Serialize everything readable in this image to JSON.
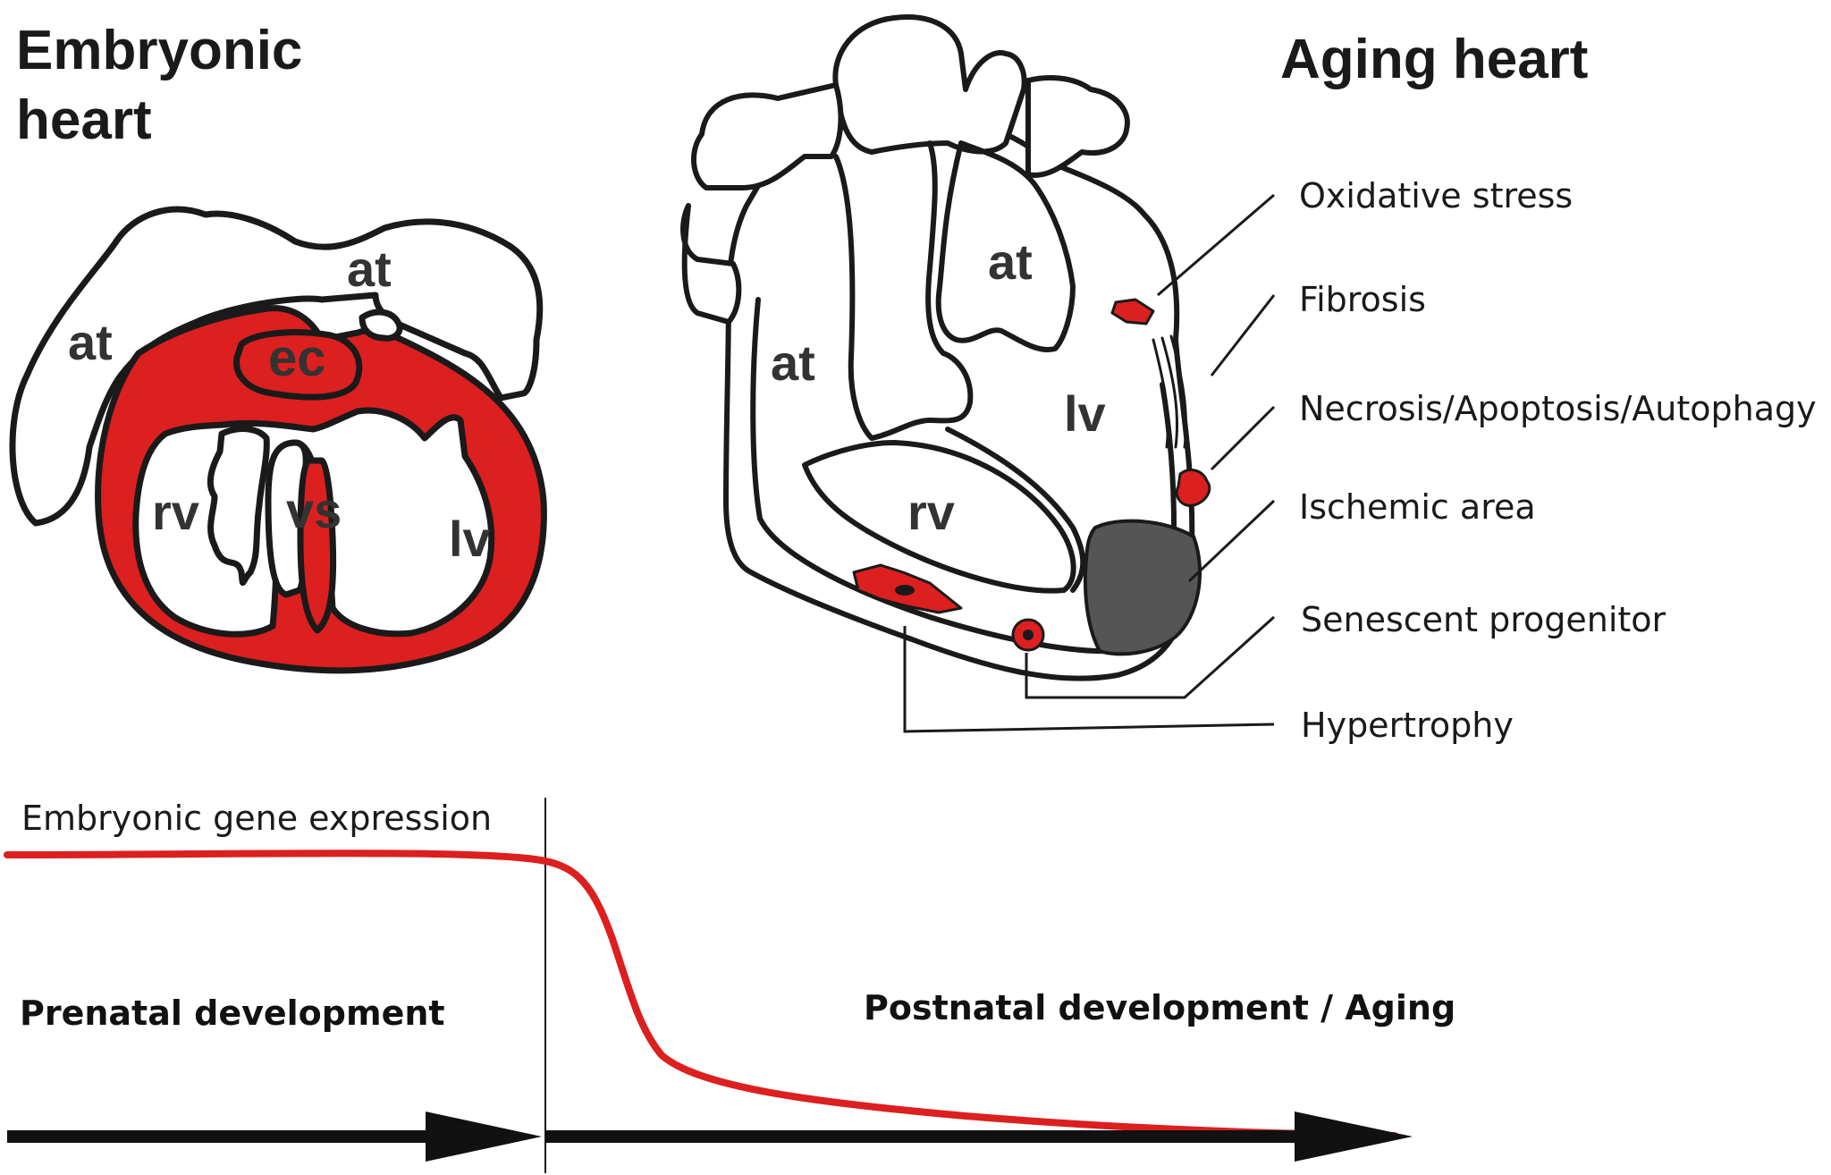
{
  "titles": {
    "embryonic_line1": "Embryonic",
    "embryonic_line2": "heart",
    "aging": "Aging heart"
  },
  "embryonic_labels": {
    "at_left": "at",
    "at_right": "at",
    "ec": "ec",
    "rv": "rv",
    "vs": "vs",
    "lv": "lv"
  },
  "aging_labels": {
    "at_right": "at",
    "at_left": "at",
    "lv": "lv",
    "rv": "rv"
  },
  "annotations": [
    "Oxidative stress",
    "Fibrosis",
    "Necrosis/Apoptosis/Autophagy",
    "Ischemic area",
    "Senescent progenitor",
    "Hypertrophy"
  ],
  "timeline": {
    "curve_label": "Embryonic gene expression",
    "prenatal": "Prenatal development",
    "postnatal": "Postnatal development / Aging"
  },
  "colors": {
    "red": "#dc1f1f",
    "outline": "#1a1a1a",
    "ischemic": "#555555"
  }
}
